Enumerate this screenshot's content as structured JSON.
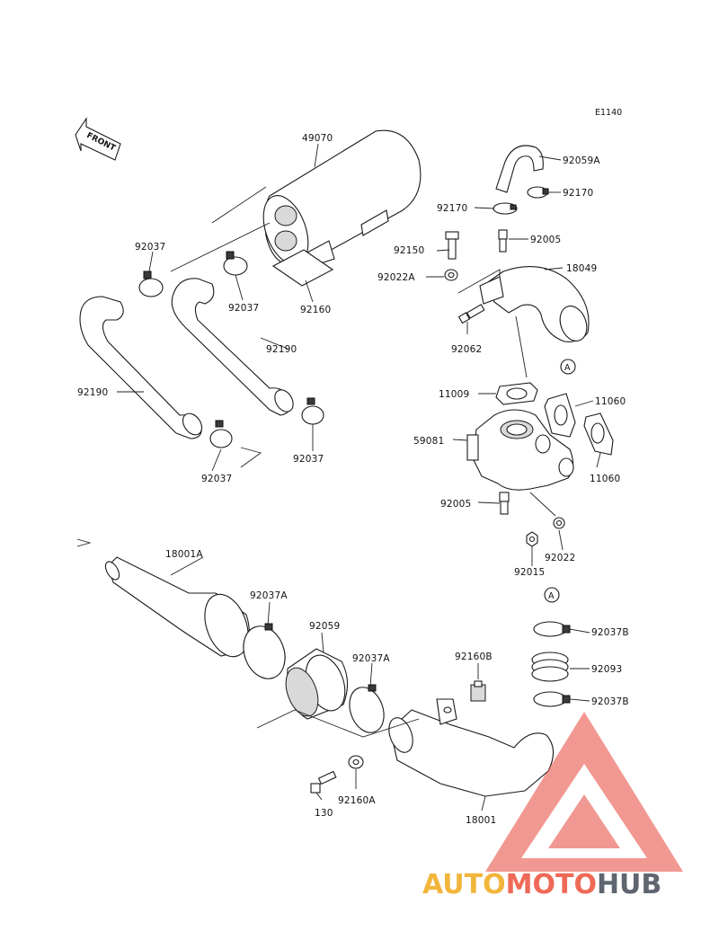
{
  "diagram": {
    "code": "E1140",
    "front_label": "FRONT",
    "reference_marker": "A",
    "labels": {
      "p49070": "49070",
      "p92059A": "92059A",
      "p92170_left": "92170",
      "p92170_right": "92170",
      "p92037_a": "92037",
      "p92037_b": "92037",
      "p92037_c": "92037",
      "p92037_d": "92037",
      "p92150": "92150",
      "p92005_top": "92005",
      "p92022A": "92022A",
      "p18049": "18049",
      "p92160": "92160",
      "p92190_upper": "92190",
      "p92190_left": "92190",
      "p92062": "92062",
      "p11009": "11009",
      "p11060_top": "11060",
      "p11060_bottom": "11060",
      "p59081": "59081",
      "p92005_bottom": "92005",
      "p92015": "92015",
      "p92022": "92022",
      "p18001A": "18001A",
      "p92037A_left": "92037A",
      "p92059": "92059",
      "p92037A_right": "92037A",
      "p92160B": "92160B",
      "p92037B_top": "92037B",
      "p92093": "92093",
      "p92037B_bottom": "92037B",
      "p130": "130",
      "p92160A": "92160A",
      "p18001": "18001"
    }
  },
  "watermark": {
    "brand_part1": "AUTO",
    "brand_part2": "MOTO",
    "brand_part3": "HUB",
    "colors": {
      "auto": "#f2b53c",
      "moto": "#ee6a57",
      "hub": "#5f6670",
      "triangle": "#e8453a"
    }
  }
}
